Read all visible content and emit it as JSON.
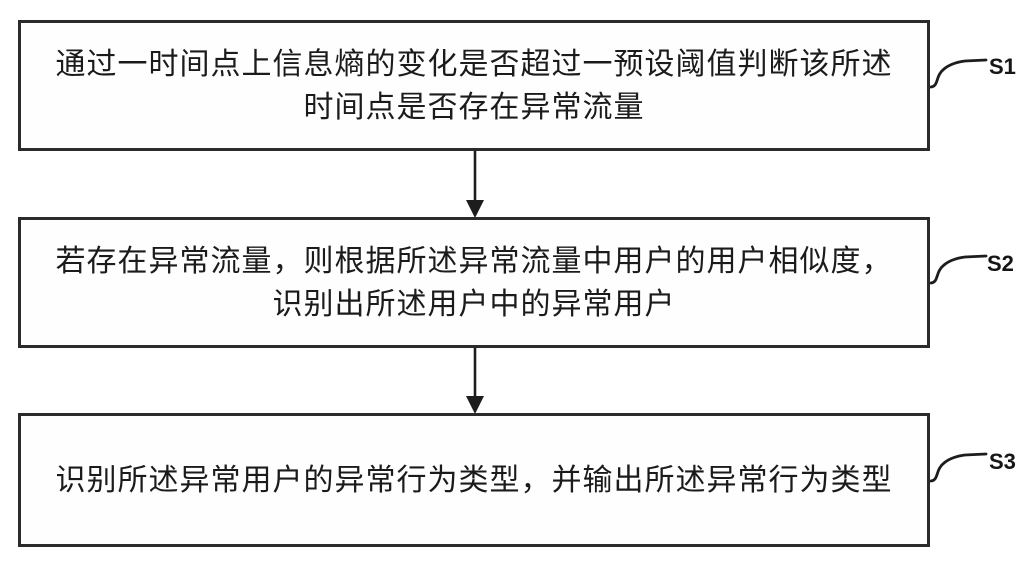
{
  "figure": {
    "type": "flowchart",
    "colors": {
      "background": "#ffffff",
      "box_border": "#2b2b2b",
      "text": "#1b1b1b",
      "arrow": "#1d1d1d"
    },
    "steps": [
      {
        "label": "S1",
        "lines": {
          "l1": "通过一时间点上信息熵的变化是否超过一预设阈值判断该所述",
          "l2": "时间点是否存在异常流量"
        }
      },
      {
        "label": "S2",
        "lines": {
          "l1": "若存在异常流量，则根据所述异常流量中用户的用户相似度，",
          "l2": "识别出所述用户中的异常用户"
        }
      },
      {
        "label": "S3",
        "lines": {
          "l1": "识别所述异常用户的异常行为类型，并输出所述异常行为类型"
        }
      }
    ]
  }
}
